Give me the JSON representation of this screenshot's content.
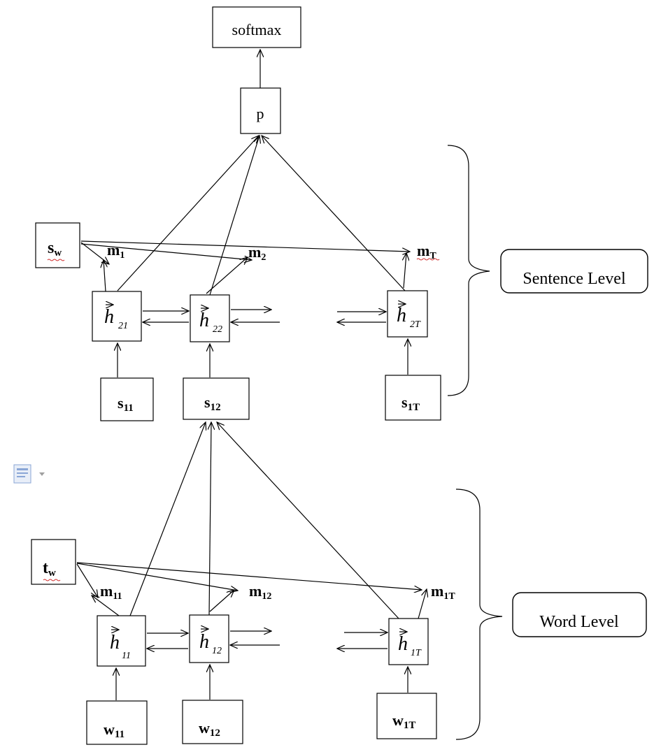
{
  "top": {
    "softmax": "softmax",
    "p": "p"
  },
  "sentence": {
    "context": {
      "main": "s",
      "sub": "w"
    },
    "attn": [
      {
        "main": "m",
        "sub": "1"
      },
      {
        "main": "m",
        "sub": "2"
      },
      {
        "main": "m",
        "sub": "T"
      }
    ],
    "hidden": [
      {
        "main": "h",
        "sub": "21"
      },
      {
        "main": "h",
        "sub": "22"
      },
      {
        "main": "h",
        "sub": "2T"
      }
    ],
    "inputs": [
      {
        "main": "s",
        "sub": "11"
      },
      {
        "main": "s",
        "sub": "12"
      },
      {
        "main": "s",
        "sub": "1T"
      }
    ],
    "level_label": "Sentence Level"
  },
  "word": {
    "context": {
      "main": "t",
      "sub": "w"
    },
    "attn": [
      {
        "main": "m",
        "sub": "11"
      },
      {
        "main": "m",
        "sub": "12"
      },
      {
        "main": "m",
        "sub": "1T"
      }
    ],
    "hidden": [
      {
        "main": "h",
        "sub": "11"
      },
      {
        "main": "h",
        "sub": "12"
      },
      {
        "main": "h",
        "sub": "1T"
      }
    ],
    "inputs": [
      {
        "main": "w",
        "sub": "11"
      },
      {
        "main": "w",
        "sub": "12"
      },
      {
        "main": "w",
        "sub": "1T"
      }
    ],
    "level_label": "Word Level"
  },
  "icons": {
    "paste_options": "paste-options-icon"
  },
  "colors": {
    "line": "#000000",
    "spellcheck_underline": "#d03030",
    "icon": "#5b8bd0"
  }
}
